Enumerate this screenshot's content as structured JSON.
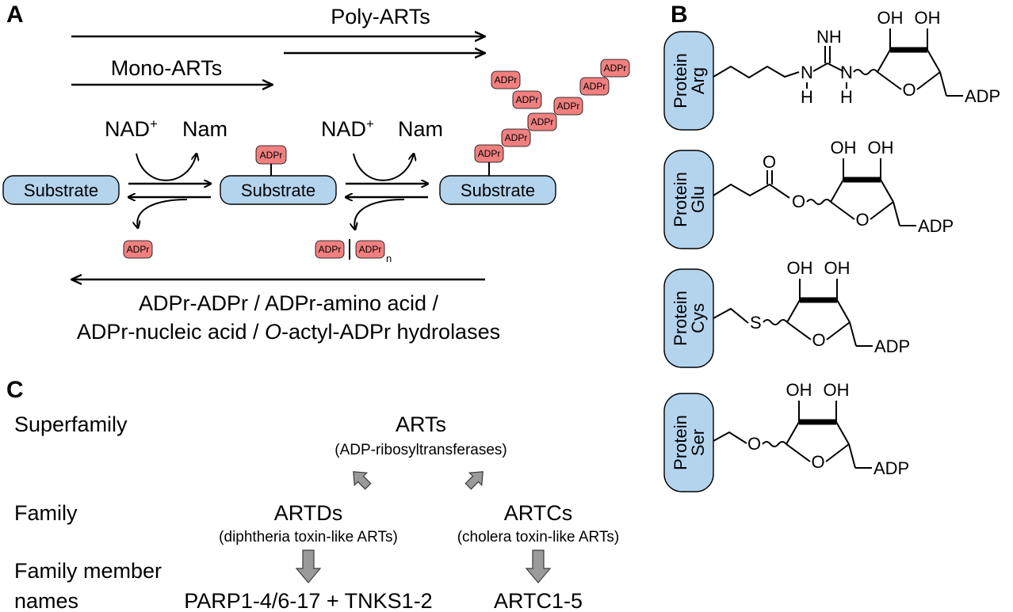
{
  "panels": {
    "a": "A",
    "b": "B",
    "c": "C"
  },
  "panel_a": {
    "poly_label": "Poly-ARTs",
    "mono_label": "Mono-ARTs",
    "substrate": "Substrate",
    "nad": "NAD",
    "nad_sup": "+",
    "nam": "Nam",
    "adpr": "ADPr",
    "adpr_n_sub": "n",
    "hydrolase_line1": "ADPr-ADPr / ADPr-amino acid /",
    "hydrolase_line2_a": "ADPr-nucleic acid / ",
    "hydrolase_line2_italic": "O",
    "hydrolase_line2_b": "-actyl-ADPr hydrolases"
  },
  "panel_b": {
    "protein": "Protein",
    "residues": [
      "Arg",
      "Glu",
      "Cys",
      "Ser"
    ],
    "oh": "OH",
    "adp": "ADP",
    "ring_o": "O",
    "nh": "NH",
    "n": "N",
    "h": "H",
    "s": "S",
    "carbonyl_o": "O",
    "ester_o": "O"
  },
  "panel_c": {
    "levels": [
      "Superfamily",
      "Family",
      "Family member",
      "names"
    ],
    "superfamily": {
      "name": "ARTs",
      "desc": "(ADP-ribosyltransferases)"
    },
    "families": [
      {
        "name": "ARTDs",
        "desc": "(diphtheria toxin-like ARTs)",
        "members": "PARP1-4/6-17 + TNKS1-2"
      },
      {
        "name": "ARTCs",
        "desc": "(cholera toxin-like ARTs)",
        "members": "ARTC1-5"
      }
    ]
  }
}
